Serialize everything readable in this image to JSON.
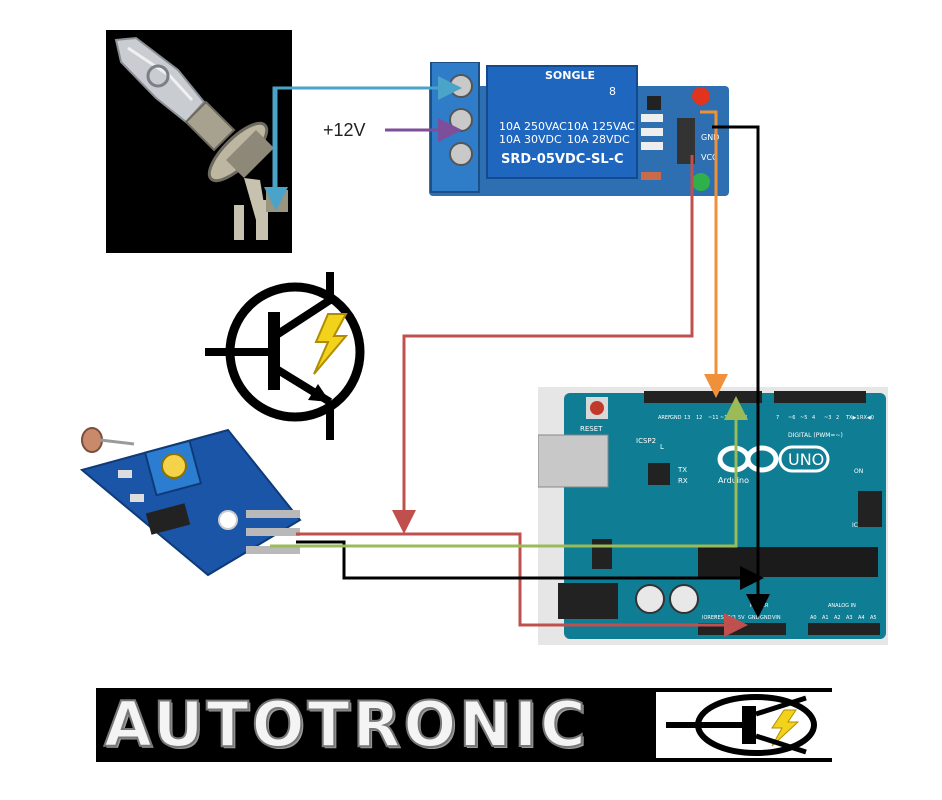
{
  "labels": {
    "supply_voltage": "+12V"
  },
  "relay_module": {
    "brand": "SONGLE",
    "pin_count": "8",
    "rating_left": [
      "10A 250VAC",
      "10A 30VDC"
    ],
    "rating_right": [
      "10A 125VAC",
      "10A 28VDC"
    ],
    "model": "SRD-05VDC-SL-C",
    "pin_labels": [
      "GND",
      "VCC"
    ]
  },
  "arduino": {
    "reset_label": "RESET",
    "icsp2_label": "ICSP2",
    "led_labels": [
      "L",
      "TX",
      "RX"
    ],
    "on_label": "ON",
    "digital_label": "DIGITAL (PWM=~)",
    "header_labels": [
      "AREF",
      "GND",
      "13",
      "12",
      "~11",
      "~10",
      "~9",
      "8"
    ],
    "header_labels_right": [
      "7",
      "~6",
      "~5",
      "4",
      "~3",
      "2",
      "TX▶1",
      "RX◀0"
    ],
    "uno_label": "UNO",
    "brand_label": "Arduino",
    "icsp_label": "ICSP",
    "power_label": "POWER",
    "power_pins": [
      "IOREF",
      "RESET",
      "3V3",
      "5V",
      "GND",
      "GND",
      "VIN"
    ],
    "analog_label": "ANALOG IN",
    "analog_pins": [
      "A0",
      "A1",
      "A2",
      "A3",
      "A4",
      "A5"
    ]
  },
  "logo": {
    "text": "AUTOTRONIC"
  },
  "wire_colors": {
    "lamp": "#4aa3c8",
    "supply": "#7d4e9a",
    "power": "#c0504d",
    "signal": "#f0913a",
    "ground": "#000000",
    "sensor_out": "#9bbb59"
  }
}
